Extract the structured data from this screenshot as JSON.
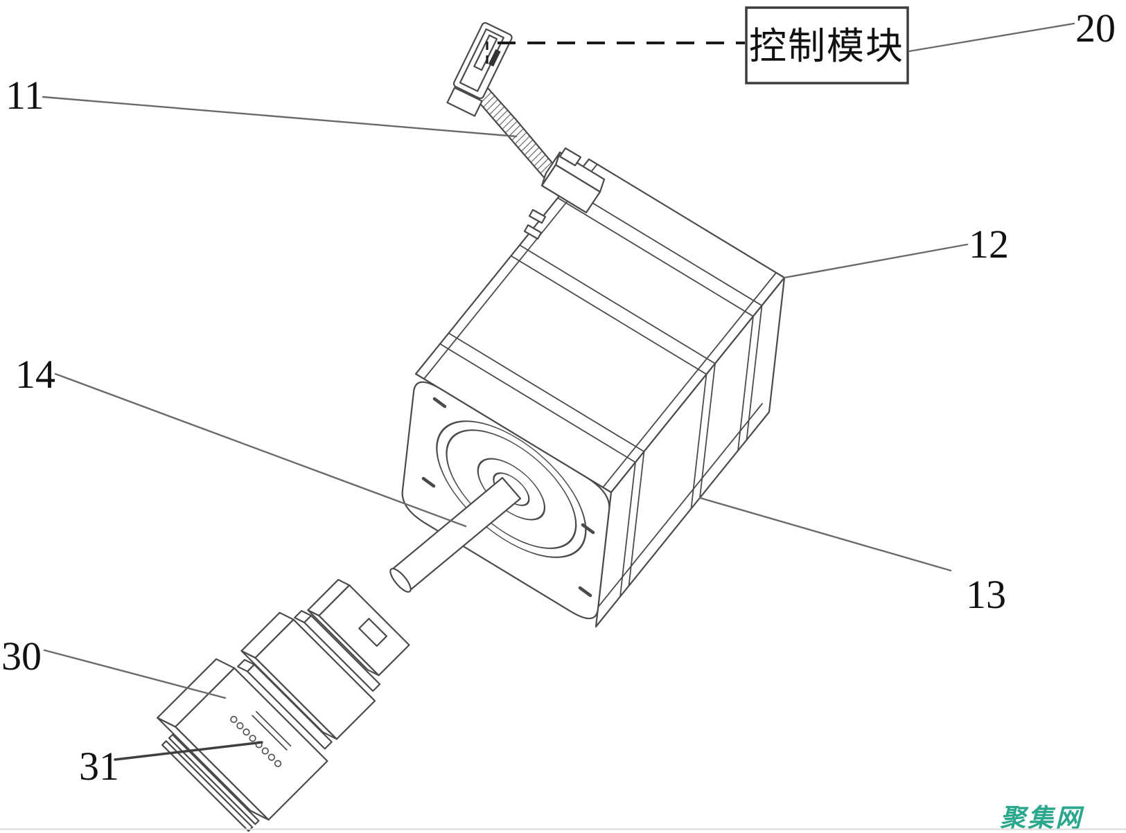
{
  "figure": {
    "kind": "patent-line-drawing",
    "subject": "stepper motor with connector cable, control module and exploded shaft coupling"
  },
  "callouts": {
    "c11": "11",
    "c12": "12",
    "c13": "13",
    "c14": "14",
    "c20": "20",
    "c30": "30",
    "c31": "31"
  },
  "control_module": {
    "label": "控制模块"
  },
  "watermark": {
    "text": "聚集网",
    "color": "#2BA78E"
  },
  "colors": {
    "line": "#4a4a4a",
    "leader": "#6a6a6a",
    "leader_dark": "#3f3f3f",
    "label": "#111111",
    "box_border": "#3d3d3d",
    "dash": "#1a1a1a",
    "edge_faint": "#d9d9d9"
  }
}
